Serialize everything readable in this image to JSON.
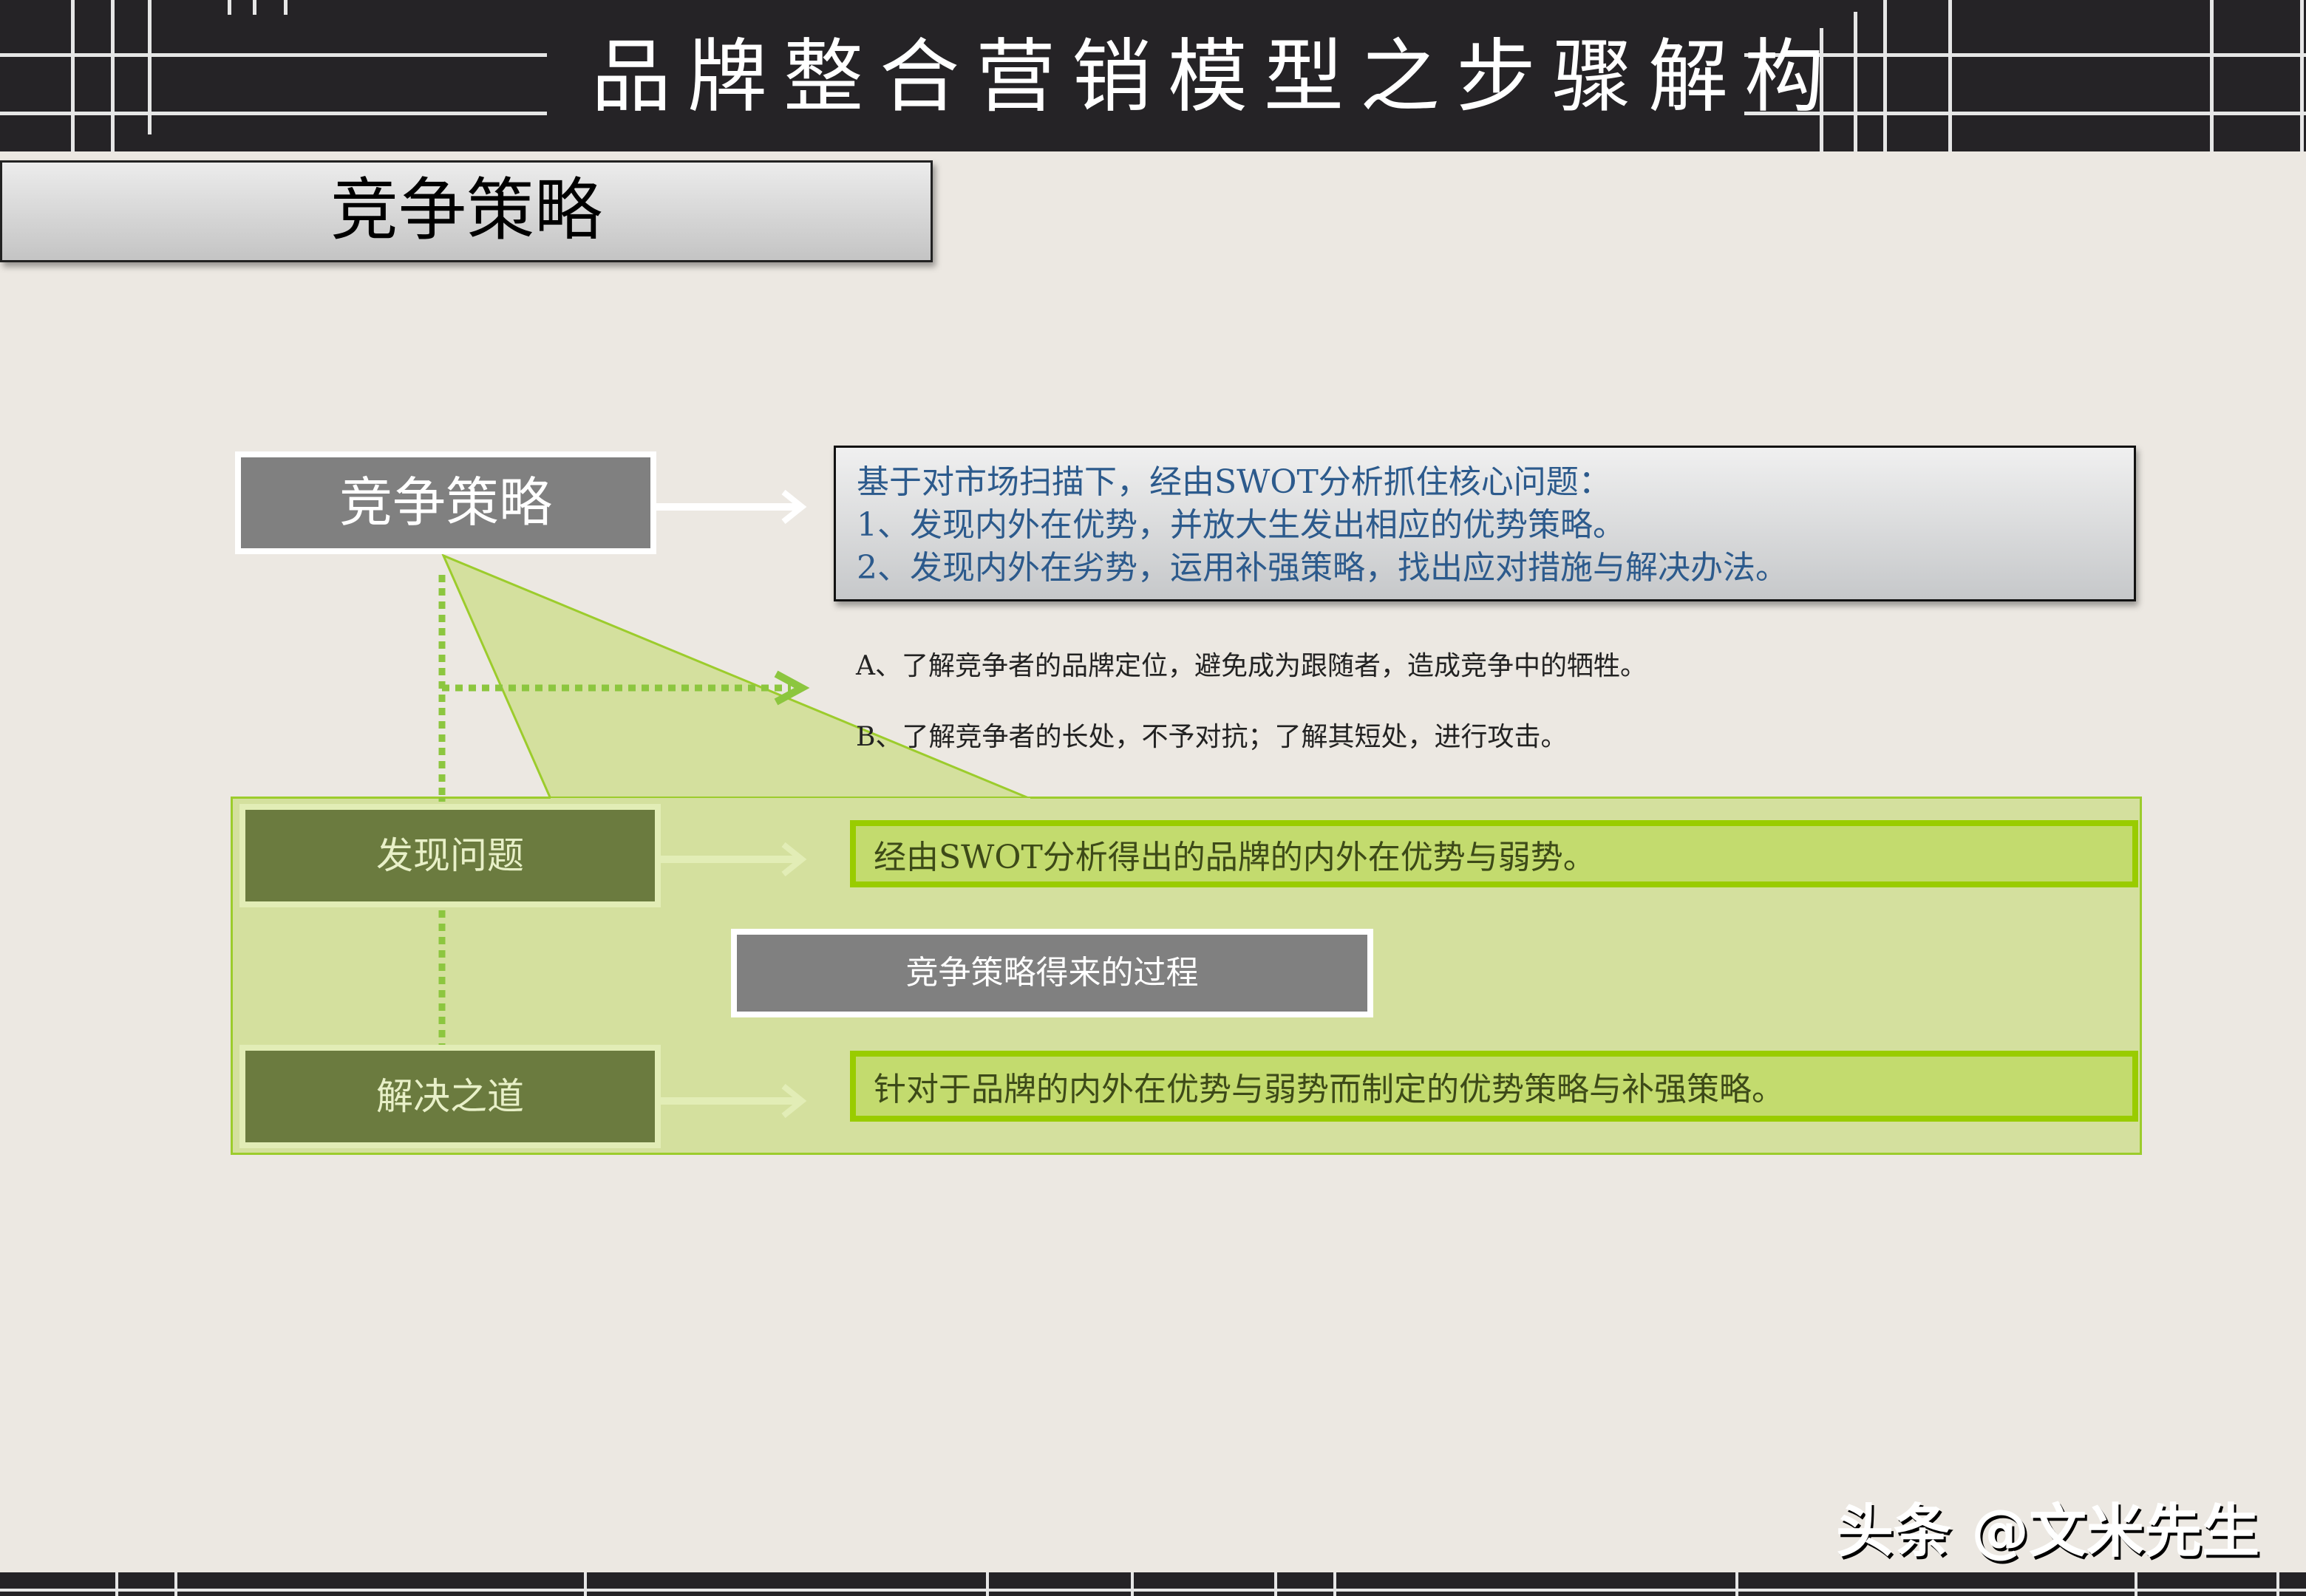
{
  "header": {
    "title": "品牌整合营销模型之步骤解构"
  },
  "section": {
    "title": "竞争策略"
  },
  "diagram": {
    "root_node": "竞争策略",
    "summary_box": {
      "lines": [
        "基于对市场扫描下，经由SWOT分析抓住核心问题：",
        "1、发现内外在优势，并放大生发出相应的优势策略。",
        "2、发现内外在劣势，运用补强策略，找出应对措施与解决办法。"
      ]
    },
    "notes": [
      "A、了解竞争者的品牌定位，避免成为跟随者，造成竞争中的牺牲。",
      "B、了解竞争者的长处，不予对抗；了解其短处，进行攻击。"
    ],
    "process_panel": {
      "step1": {
        "label": "发现问题",
        "description": "经由SWOT分析得出的品牌的内外在优势与弱势。"
      },
      "center_label": "竞争策略得来的过程",
      "step2": {
        "label": "解决之道",
        "description": "针对于品牌的内外在优势与弱势而制定的优势策略与补强策略。"
      }
    }
  },
  "watermark": "头条 @文米先生",
  "colors": {
    "band": "#252326",
    "background": "#ece8e2",
    "panel": "#d4e09e",
    "panel_border": "#9ccc2c",
    "olive": "#6b7b3f",
    "lime_box": "#c3db6e",
    "lime_border": "#99cc00",
    "blue_text": "#2c5a8c",
    "gray_box": "#808080"
  }
}
